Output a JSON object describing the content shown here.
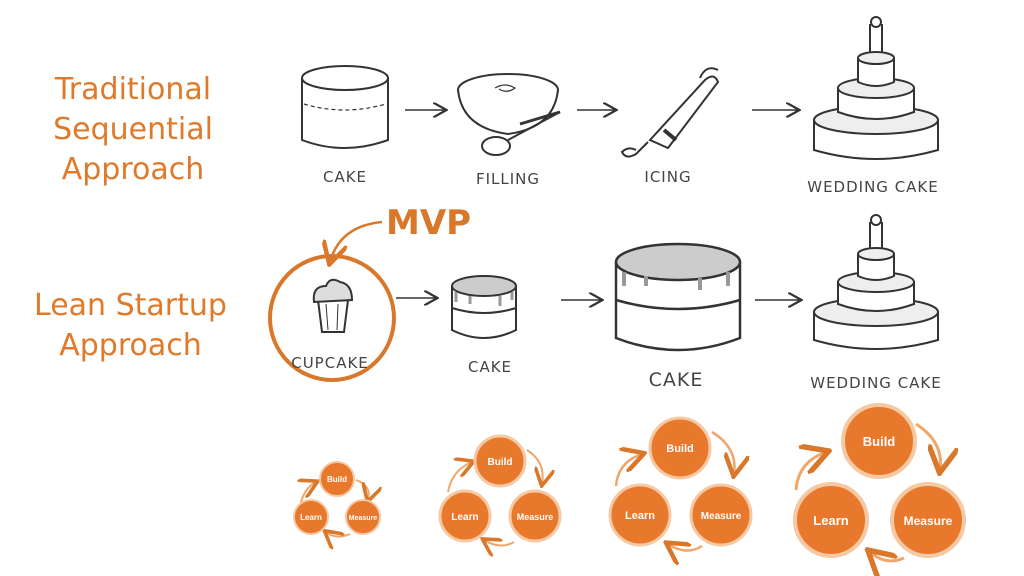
{
  "headings": {
    "traditional": "Traditional Sequential Approach",
    "lean": "Lean Startup Approach"
  },
  "mvp_label": "MVP",
  "traditional_steps": [
    "CAKE",
    "FILLING",
    "ICING",
    "WEDDING CAKE"
  ],
  "lean_steps": [
    "CUPCAKE",
    "CAKE",
    "CAKE",
    "WEDDING CAKE"
  ],
  "cycle_labels": {
    "build": "Build",
    "learn": "Learn",
    "measure": "Measure"
  },
  "colors": {
    "accent": "#e07a2a",
    "circle_fill": "#e8782c",
    "circle_ring": "#f5c9a3",
    "sketch": "#333333"
  }
}
